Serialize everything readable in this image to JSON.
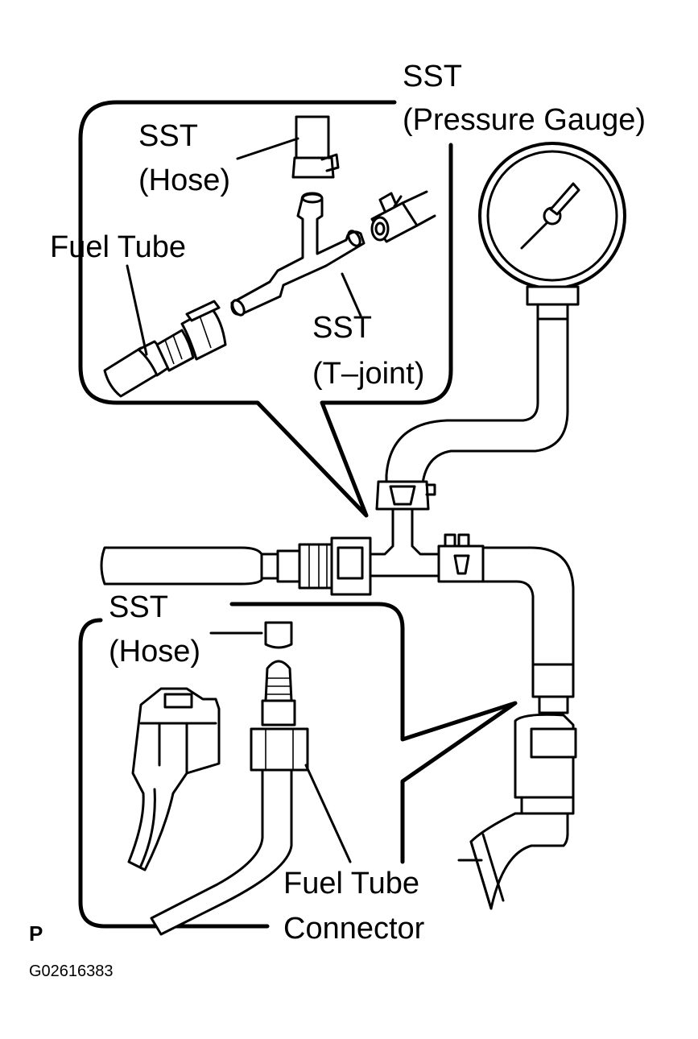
{
  "labels": {
    "sst_gauge_line1": "SST",
    "sst_gauge_line2": "(Pressure Gauge)",
    "sst_hose_top_line1": "SST",
    "sst_hose_top_line2": "(Hose)",
    "fuel_tube": "Fuel Tube",
    "sst_tjoint_line1": "SST",
    "sst_tjoint_line2": "(T–joint)",
    "sst_hose_bottom_line1": "SST",
    "sst_hose_bottom_line2": "(Hose)",
    "fuel_tube_connector_line1": "Fuel Tube",
    "fuel_tube_connector_line2": "Connector",
    "page_marker": "P",
    "figure_code": "G02616383"
  }
}
